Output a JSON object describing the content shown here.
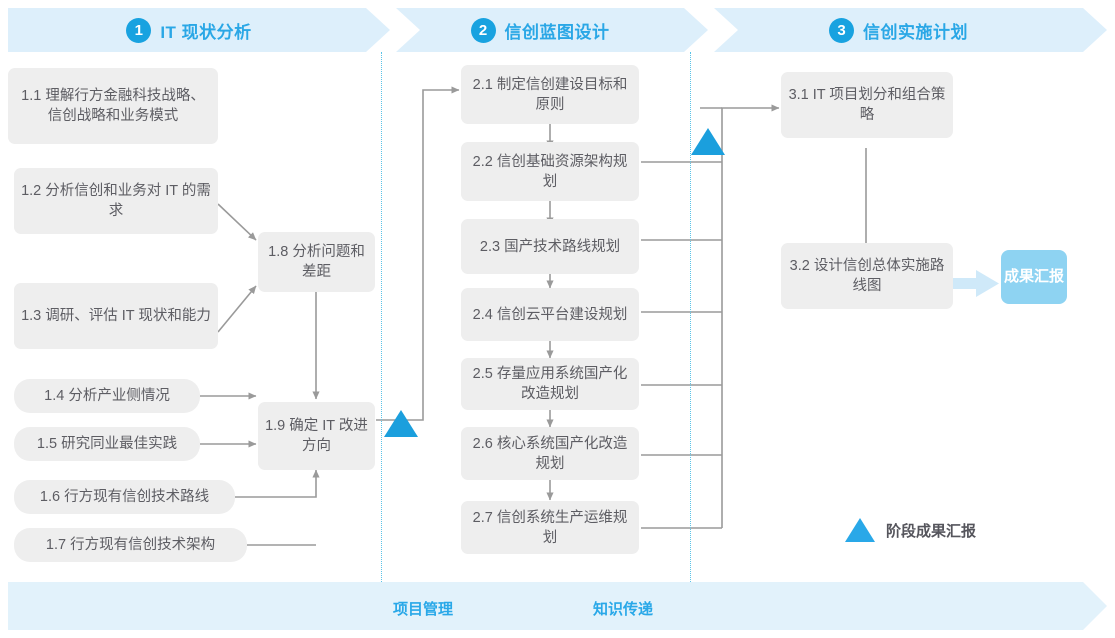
{
  "phases": [
    {
      "num": "1",
      "title": "IT 现状分析"
    },
    {
      "num": "2",
      "title": "信创蓝图设计"
    },
    {
      "num": "3",
      "title": "信创实施计划"
    }
  ],
  "phase1_tasks": [
    {
      "id": "1.1",
      "label": "1.1 理解行方金融科技战略、信创战略和业务模式"
    },
    {
      "id": "1.2",
      "label": "1.2 分析信创和业务对 IT 的需求"
    },
    {
      "id": "1.3",
      "label": "1.3 调研、评估 IT 现状和能力"
    },
    {
      "id": "1.4",
      "label": "1.4 分析产业侧情况"
    },
    {
      "id": "1.5",
      "label": "1.5 研究同业最佳实践"
    },
    {
      "id": "1.6",
      "label": "1.6 行方现有信创技术路线"
    },
    {
      "id": "1.7",
      "label": "1.7 行方现有信创技术架构"
    },
    {
      "id": "1.8",
      "label": "1.8 分析问题和差距"
    },
    {
      "id": "1.9",
      "label": "1.9 确定 IT 改进方向"
    }
  ],
  "phase2_tasks": [
    {
      "id": "2.1",
      "label": "2.1 制定信创建设目标和原则"
    },
    {
      "id": "2.2",
      "label": "2.2 信创基础资源架构规划"
    },
    {
      "id": "2.3",
      "label": "2.3 国产技术路线规划"
    },
    {
      "id": "2.4",
      "label": "2.4 信创云平台建设规划"
    },
    {
      "id": "2.5",
      "label": "2.5 存量应用系统国产化改造规划"
    },
    {
      "id": "2.6",
      "label": "2.6 核心系统国产化改造规划"
    },
    {
      "id": "2.7",
      "label": "2.7 信创系统生产运维规划"
    }
  ],
  "phase3_tasks": [
    {
      "id": "3.1",
      "label": "3.1 IT 项目划分和组合策略"
    },
    {
      "id": "3.2",
      "label": "3.2 设计信创总体实施路线图"
    }
  ],
  "result_chip": {
    "label": "成果汇报"
  },
  "legend": {
    "label": "阶段成果汇报"
  },
  "bottom_band": {
    "project_management": "项目管理",
    "knowledge_transfer": "知识传递"
  },
  "colors": {
    "band_fill": "#ddeffb",
    "bottom_band_fill": "#e2f2fb",
    "accent_blue": "#29a8e8",
    "milestone_blue": "#1b9fdd",
    "box_fill": "#eeeeee",
    "box_text": "#5d5d63",
    "chip_fill": "#8ed3f2",
    "divider_dotted": "#59c3e8",
    "connector": "#9a9a9a"
  }
}
